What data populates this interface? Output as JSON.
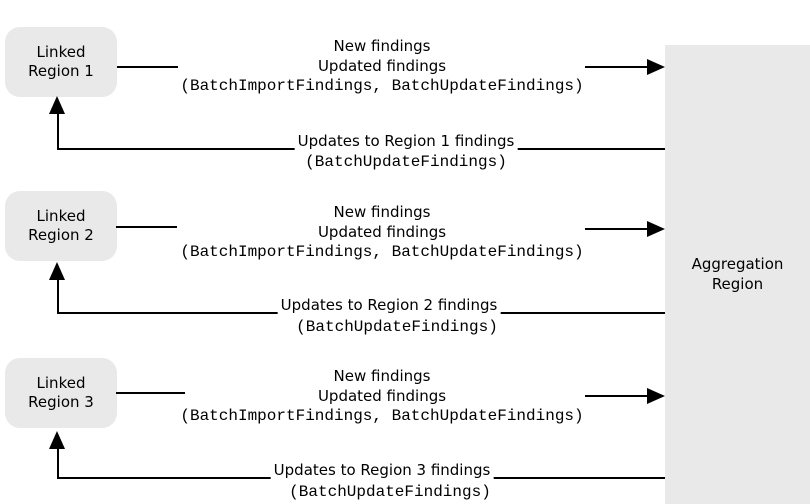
{
  "aggregation": {
    "line1": "Aggregation",
    "line2": "Region"
  },
  "regions": [
    {
      "name_line1": "Linked",
      "name_line2": "Region 1",
      "forward_line1": "New findings",
      "forward_line2": "Updated findings",
      "forward_code": "(BatchImportFindings, BatchUpdateFindings)",
      "return_label": "Updates to Region 1 findings",
      "return_code": "(BatchUpdateFindings)"
    },
    {
      "name_line1": "Linked",
      "name_line2": "Region 2",
      "forward_line1": "New findings",
      "forward_line2": "Updated findings",
      "forward_code": "(BatchImportFindings, BatchUpdateFindings)",
      "return_label": "Updates to Region 2 findings",
      "return_code": "(BatchUpdateFindings)"
    },
    {
      "name_line1": "Linked",
      "name_line2": "Region 3",
      "forward_line1": "New findings",
      "forward_line2": "Updated findings",
      "forward_code": "(BatchImportFindings, BatchUpdateFindings)",
      "return_label": "Updates to Region 3 findings",
      "return_code": "(BatchUpdateFindings)"
    }
  ],
  "colors": {
    "region_fill": "#e9e9e9",
    "arrow": "#000000",
    "text": "#000000",
    "background": "#ffffff"
  }
}
